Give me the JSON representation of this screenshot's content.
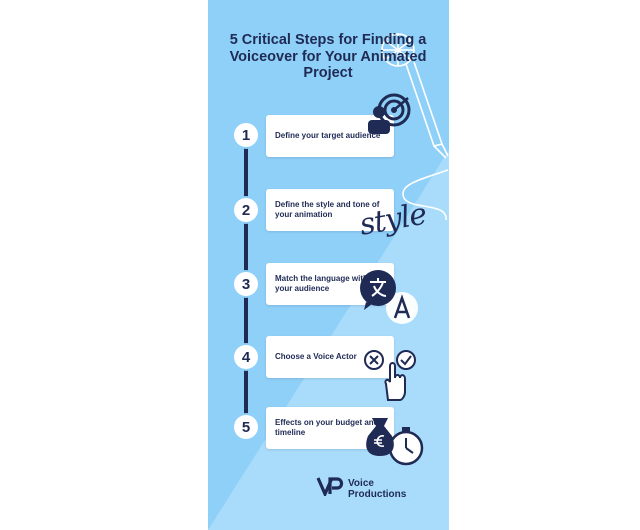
{
  "title": "5 Critical Steps for Finding a Voiceover for Your Animated Project",
  "steps": [
    {
      "number": "1",
      "label": "Define your target audience",
      "icon": "target-audience-icon"
    },
    {
      "number": "2",
      "label": "Define the style and tone of your animation",
      "icon": "style-script-icon"
    },
    {
      "number": "3",
      "label": "Match the language with your audience",
      "icon": "translate-icon"
    },
    {
      "number": "4",
      "label": "Choose a Voice Actor",
      "icon": "choose-pointer-icon"
    },
    {
      "number": "5",
      "label": "Effects on your budget and timeline",
      "icon": "money-stopwatch-icon"
    }
  ],
  "style_word": "style",
  "brand": {
    "line1": "Voice",
    "line2": "Productions",
    "logo": "vp-logo-icon"
  },
  "colors": {
    "panel": "#8fd0f8",
    "navy": "#1f2a55",
    "card": "#ffffff",
    "diagonal": "#a9dcfb"
  }
}
